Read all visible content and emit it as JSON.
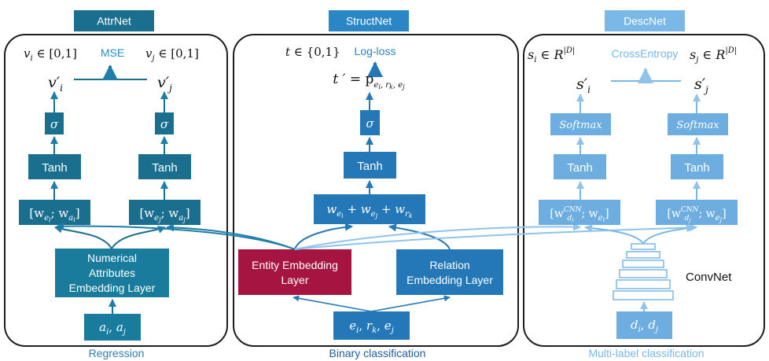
{
  "colors": {
    "attr_dark": "#1A6E8E",
    "attr_box": "#1A7C9C",
    "struct_box": "#2478B8",
    "struct_title": "#2B86C6",
    "entity": "#A61542",
    "desc_box": "#6DADE0",
    "desc_title": "#7AB8E8",
    "link_dark": "#1F7EA8",
    "link_light": "#8FC3EA",
    "panel_stroke": "#1E1E1E"
  },
  "attrnet": {
    "title": "AttrNet",
    "caption": "Regression",
    "loss": "MSE",
    "vi_range": "v_i ∈ [0,1]",
    "vj_range": "v_j ∈ [0,1]",
    "vi_pred": "v′_i",
    "vj_pred": "v′_j",
    "sigma_l": "σ",
    "sigma_r": "σ",
    "tanh_l": "Tanh",
    "tanh_r": "Tanh",
    "concat_l": "[w_{e_i}; w_{a_i}]",
    "concat_r": "[w_{e_j}; w_{a_j}]",
    "embed_line1": "Numerical",
    "embed_line2": "Attributes",
    "embed_line3": "Embedding Layer",
    "input": "a_i, a_j"
  },
  "structnet": {
    "title": "StructNet",
    "caption": "Binary classification",
    "loss": "Log-loss",
    "target": "t ∈ {0,1}",
    "pred": "t′ = p_{e_i, r_k, e_j}",
    "sigma": "σ",
    "tanh": "Tanh",
    "sum": "w_{e_i} + w_{e_j} + w_{r_k}",
    "entity_line1": "Entity Embedding",
    "entity_line2": "Layer",
    "relation_line1": "Relation",
    "relation_line2": "Embedding Layer",
    "input": "e_i, r_k, e_j"
  },
  "descnet": {
    "title": "DescNet",
    "caption": "Multi-label classification",
    "loss": "CrossEntropy",
    "si_target": "s_i ∈ R^{|D|}",
    "sj_target": "s_j ∈ R^{|D|}",
    "si_pred": "s′_i",
    "sj_pred": "s′_j",
    "softmax_l": "Softmax",
    "softmax_r": "Softmax",
    "tanh_l": "Tanh",
    "tanh_r": "Tanh",
    "concat_l": "[w^{CNN}_{d_i}; w_{e_i}]",
    "concat_r": "[w^{CNN}_{d_j}; w_{e_j}]",
    "convnet": "ConvNet",
    "input": "d_i, d_j"
  }
}
